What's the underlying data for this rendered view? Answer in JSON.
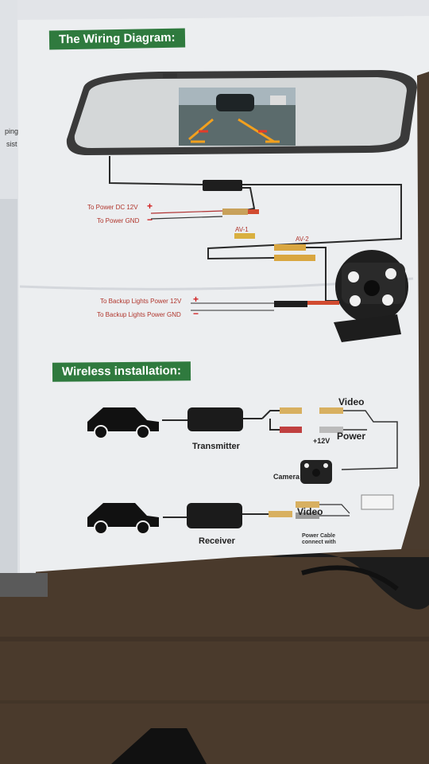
{
  "wiring": {
    "title": "The  Wiring Diagram:",
    "power_dc": "To Power DC 12V",
    "power_gnd": "To Power GND",
    "av1": "AV-1",
    "av2": "AV-2",
    "backup_power": "To Backup Lights Power 12V",
    "backup_gnd": "To Backup Lights Power GND",
    "plus_symbol": "+",
    "minus_symbol": "−"
  },
  "wireless": {
    "title": "Wireless installation:",
    "transmitter": "Transmitter",
    "receiver": "Receiver",
    "video_top": "Video",
    "power": "Power",
    "plus12": "+12V",
    "camera": "Camera",
    "video_bottom": "Video",
    "power_cable": "Power Cable",
    "connect_with": "connect with"
  },
  "margin_fragments": [
    "ping",
    "sist"
  ],
  "colors": {
    "title_green": "#2f7a3e",
    "paper": "#eceef0",
    "wire": "#2a2a2a",
    "label_red": "#b0352c"
  }
}
